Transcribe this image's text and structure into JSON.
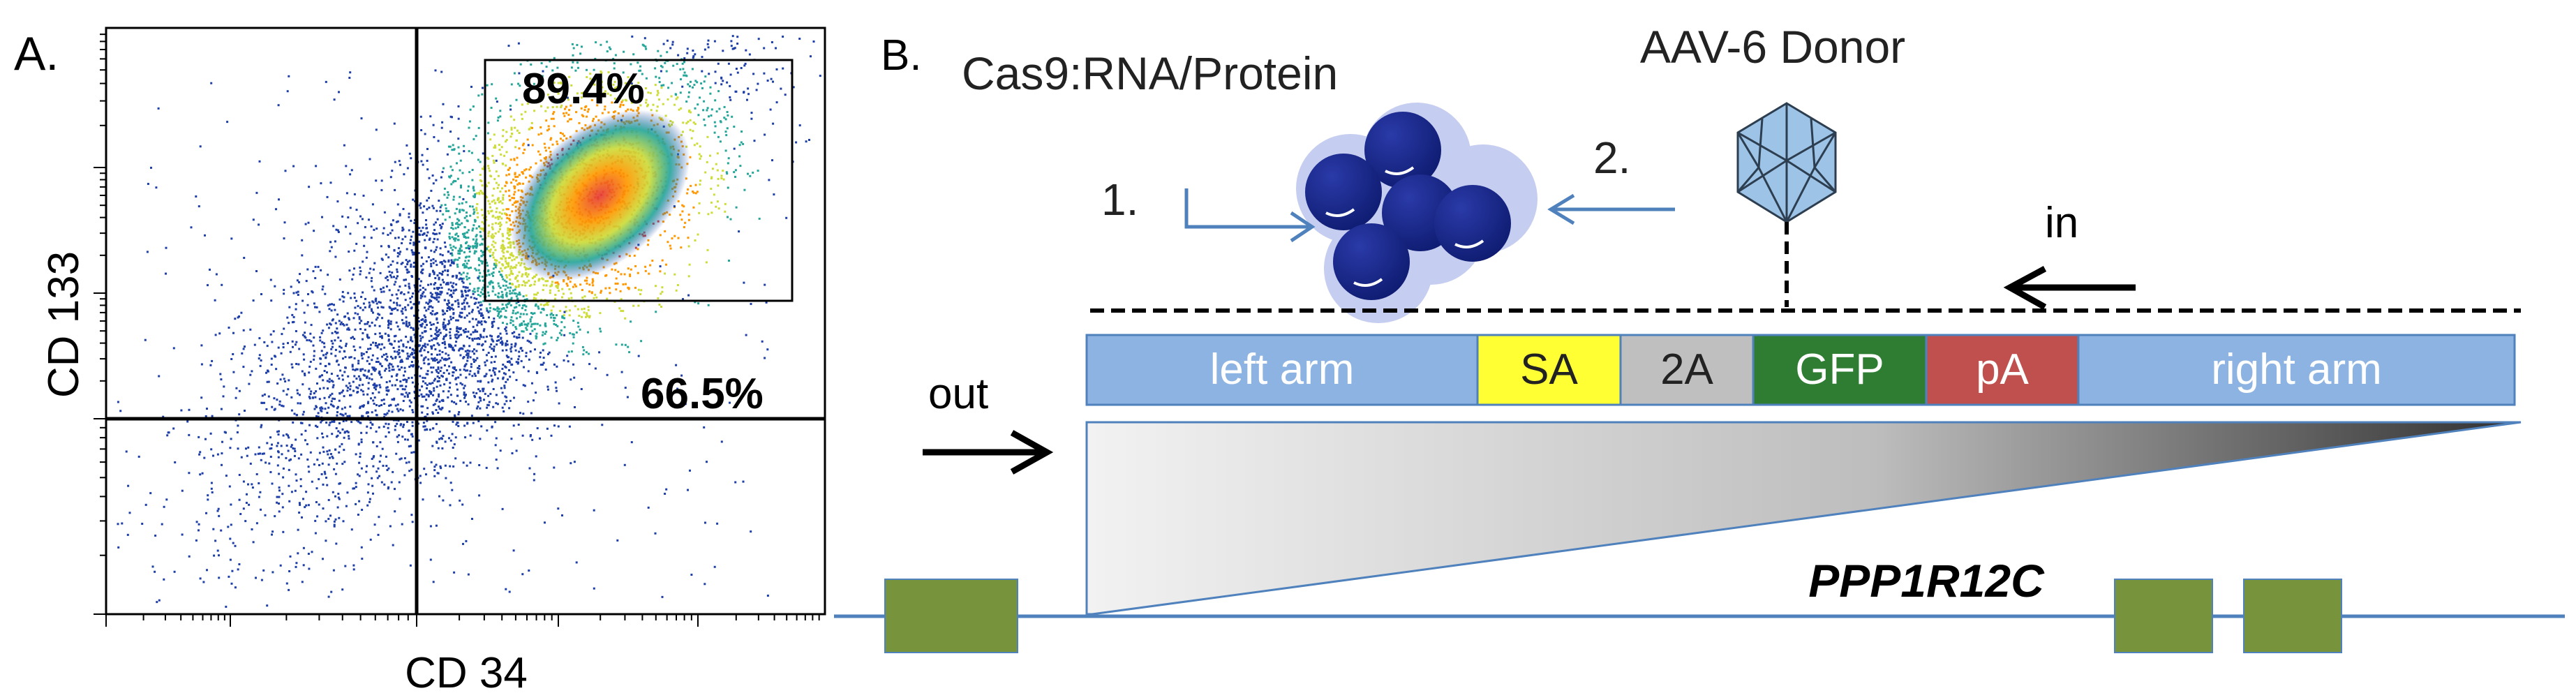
{
  "panel_a": {
    "label": "A.",
    "x_axis_label": "CD 34",
    "y_axis_label": "CD 133",
    "gate_percent": "89.4%",
    "quadrant_percent": "66.5%"
  },
  "panel_b": {
    "label": "B.",
    "cas9_label": "Cas9:RNA/Protein",
    "donor_label": "AAV-6 Donor",
    "step1_label": "1.",
    "step2_label": "2.",
    "primer_in_label": "in",
    "primer_out_label": "out",
    "gene_name": "PPP1R12C",
    "cassette": [
      {
        "label": "left arm",
        "color": "#8db3e2",
        "text_color": "#ffffff"
      },
      {
        "label": "SA",
        "color": "#ffff33",
        "text_color": "#222222"
      },
      {
        "label": "2A",
        "color": "#bfbfbf",
        "text_color": "#222222"
      },
      {
        "label": "GFP",
        "color": "#2e7d32",
        "text_color": "#ffffff"
      },
      {
        "label": "pA",
        "color": "#c0504d",
        "text_color": "#ffffff"
      },
      {
        "label": "right arm",
        "color": "#8db3e2",
        "text_color": "#ffffff"
      }
    ],
    "exon_color": "#77933c",
    "line_color": "#4f81bd"
  }
}
